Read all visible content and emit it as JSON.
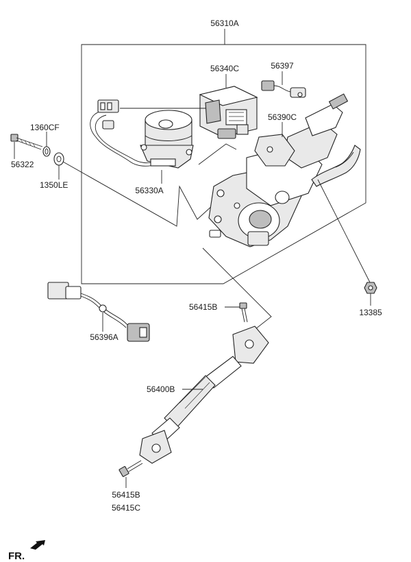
{
  "diagram": {
    "footer_label": "FR.",
    "parts": [
      {
        "id": "p56310A",
        "label": "56310A"
      },
      {
        "id": "p56340C",
        "label": "56340C"
      },
      {
        "id": "p56397",
        "label": "56397"
      },
      {
        "id": "p1360CF",
        "label": "1360CF"
      },
      {
        "id": "p56322",
        "label": "56322"
      },
      {
        "id": "p1350LE",
        "label": "1350LE"
      },
      {
        "id": "p56390C",
        "label": "56390C"
      },
      {
        "id": "p56330A",
        "label": "56330A"
      },
      {
        "id": "p56415B_top",
        "label": "56415B"
      },
      {
        "id": "p13385",
        "label": "13385"
      },
      {
        "id": "p56396A",
        "label": "56396A"
      },
      {
        "id": "p56400B",
        "label": "56400B"
      },
      {
        "id": "p56415B_bot",
        "label": "56415B"
      },
      {
        "id": "p56415C",
        "label": "56415C"
      }
    ]
  }
}
